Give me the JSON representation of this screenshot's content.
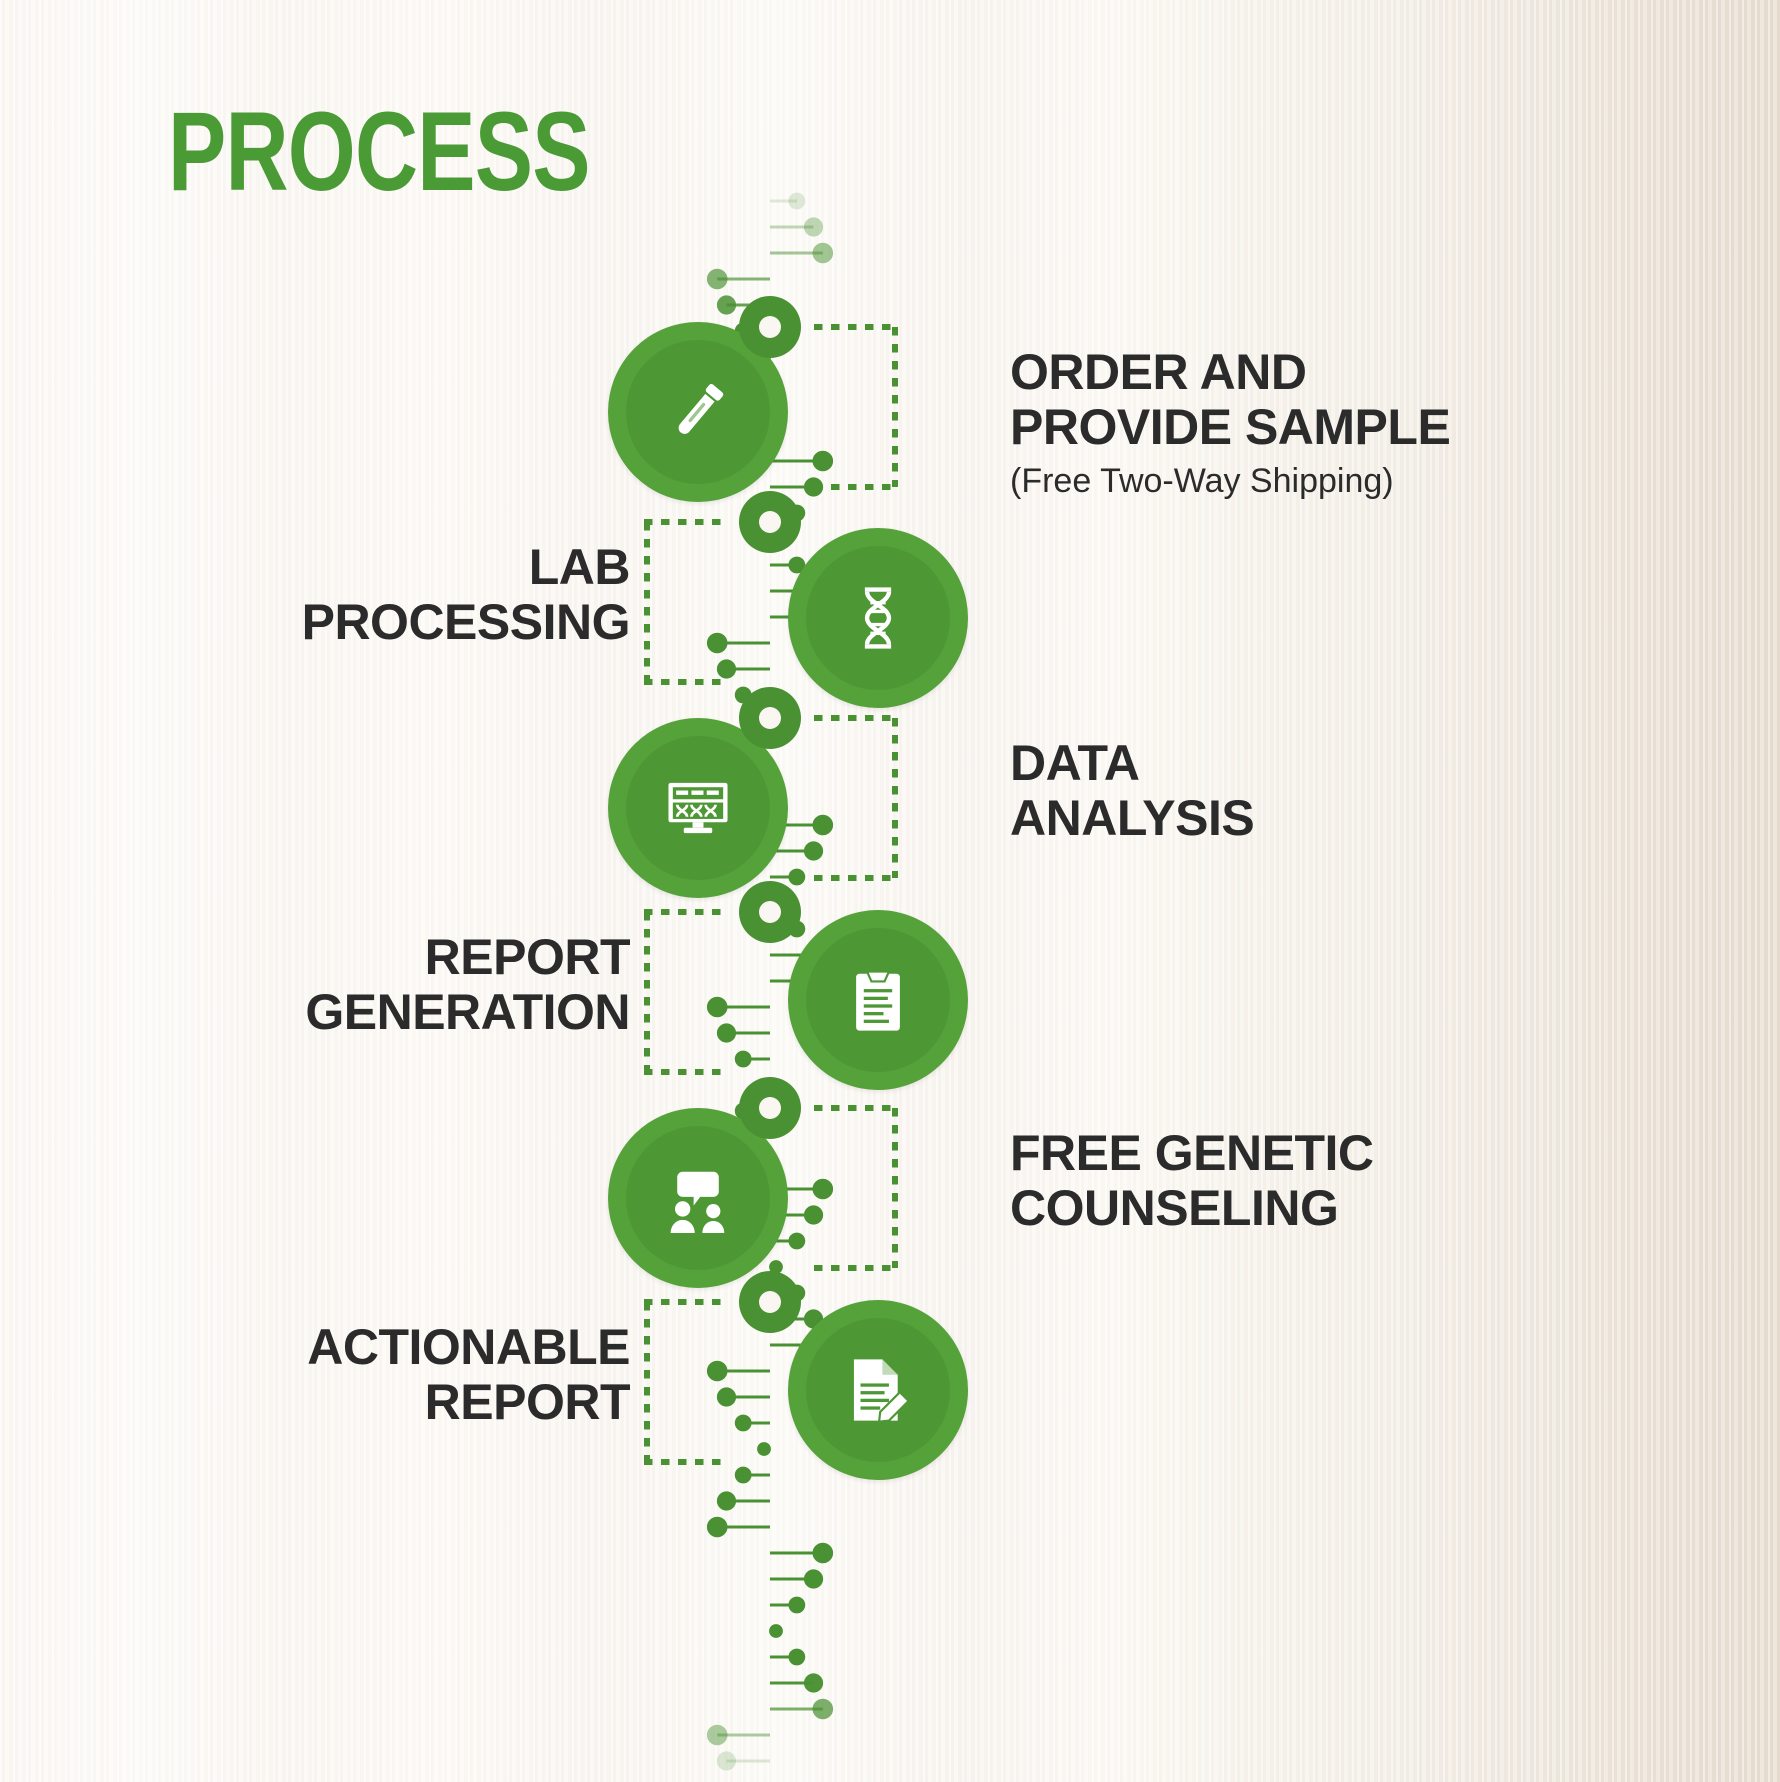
{
  "page": {
    "title": "PROCESS",
    "title_color": "#4a9b36",
    "background_start": "#fbf8f4",
    "background_end": "#e6ddd0",
    "accent_green": "#55a13a",
    "accent_green_dark": "#4a9133",
    "text_color": "#2b2b2b"
  },
  "steps": [
    {
      "index": "1",
      "label": "ORDER AND\nPROVIDE SAMPLE",
      "sub": "(Free Two-Way Shipping)",
      "icon": "test-tube-icon",
      "side": "right"
    },
    {
      "index": "2",
      "label": "LAB\nPROCESSING",
      "sub": "",
      "icon": "dna-helix-icon",
      "side": "left"
    },
    {
      "index": "3",
      "label": "DATA\nANALYSIS",
      "sub": "",
      "icon": "monitor-dna-icon",
      "side": "right"
    },
    {
      "index": "4",
      "label": "REPORT\nGENERATION",
      "sub": "",
      "icon": "clipboard-icon",
      "side": "left"
    },
    {
      "index": "5",
      "label": "FREE GENETIC\nCOUNSELING",
      "sub": "",
      "icon": "counseling-people-icon",
      "side": "right"
    },
    {
      "index": "6",
      "label": "ACTIONABLE\nREPORT",
      "sub": "",
      "icon": "document-pencil-icon",
      "side": "left"
    }
  ]
}
